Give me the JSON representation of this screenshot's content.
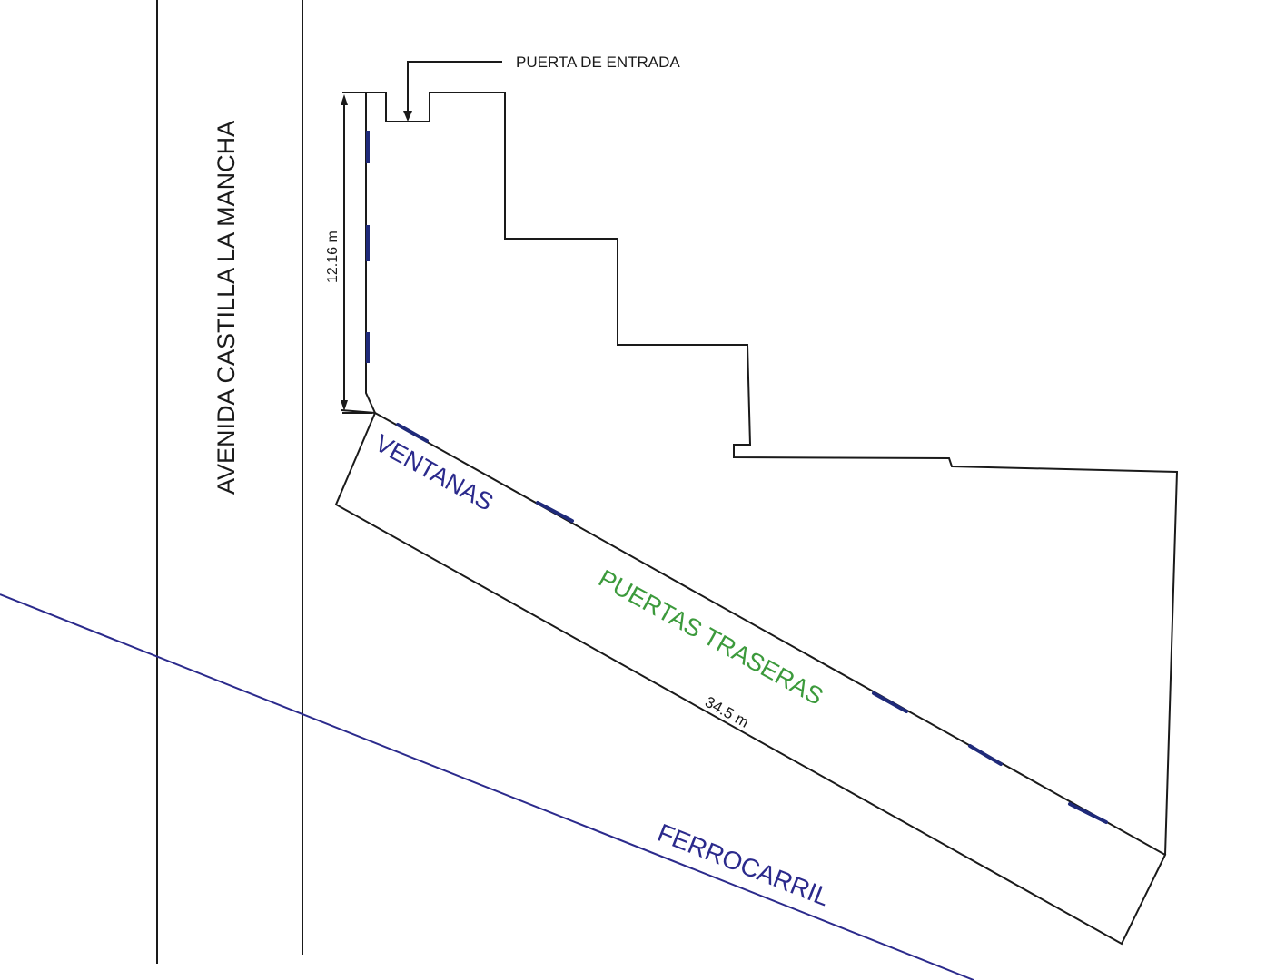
{
  "labels": {
    "avenue": "AVENIDA CASTILLA LA MANCHA",
    "entrance": "PUERTA DE ENTRADA",
    "windows": "VENTANAS",
    "back_doors": "PUERTAS TRASERAS",
    "railway": "FERROCARRIL"
  },
  "dimensions": {
    "front_length": "12.16 m",
    "rear_length": "34.5 m"
  },
  "colors": {
    "outline": "#1a1a1a",
    "railway": "#2b2a8c",
    "windows": "#2b2a8c",
    "window_marks": "#1f2a7a",
    "back_doors": "#3c9a3c"
  }
}
